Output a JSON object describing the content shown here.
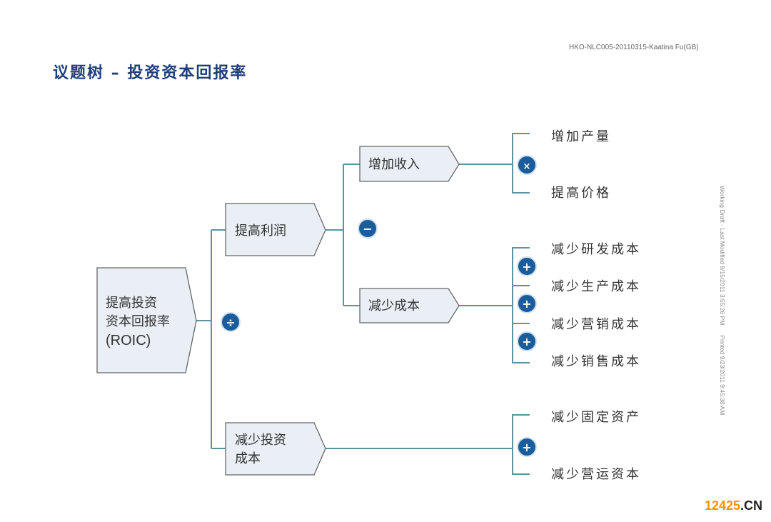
{
  "title": "议题树 – 投资资本回报率",
  "reference": "HKO-NLC005-20110315-Kaatina Fu(GB)",
  "side_note": "Working Draft - Last Modified 9/15/2011 3:55:26 PM      Printed 9/23/2011 9:45:38 AM",
  "watermark": {
    "accent": "12425",
    "suffix": ".CN"
  },
  "root": {
    "line1": "提高投资",
    "line2": "资本回报率",
    "line3": "(ROIC)"
  },
  "operators": {
    "root": "÷",
    "profit": "−",
    "revenue": "×",
    "cost1": "+",
    "cost2": "+",
    "cost3": "+",
    "invest": "+"
  },
  "level1": {
    "profit": "提高利润",
    "invest_line1": "减少投资",
    "invest_line2": "成本"
  },
  "level2": {
    "revenue": "增加收入",
    "cost": "减少成本"
  },
  "leaves": {
    "revenue": [
      "增加产量",
      "提高价格"
    ],
    "cost": [
      "减少研发成本",
      "减少生产成本",
      "减少营销成本",
      "减少销售成本"
    ],
    "invest": [
      "减少固定资产",
      "减少营运资本"
    ]
  }
}
